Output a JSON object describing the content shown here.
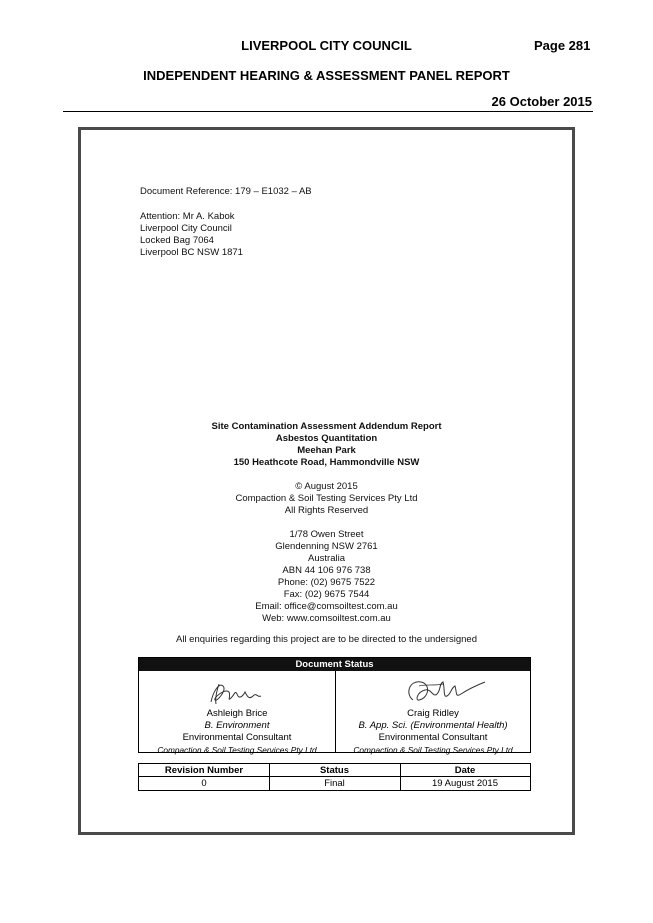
{
  "header": {
    "council": "LIVERPOOL CITY COUNCIL",
    "page": "Page 281",
    "report": "INDEPENDENT HEARING & ASSESSMENT PANEL REPORT",
    "date": "26 October 2015"
  },
  "letter": {
    "reference": "Document Reference: 179 – E1032 – AB",
    "attention": "Attention: Mr A. Kabok",
    "address_1": "Liverpool City Council",
    "address_2": "Locked Bag 7064",
    "address_3": "Liverpool BC NSW 1871"
  },
  "title_block": {
    "title_1": "Site Contamination Assessment Addendum Report",
    "title_2": "Asbestos Quantitation",
    "title_3": "Meehan Park",
    "title_4": "150 Heathcote Road, Hammondville NSW"
  },
  "copyright": {
    "line_1": "© August 2015",
    "line_2": "Compaction & Soil Testing Services Pty Ltd",
    "line_3": "All Rights Reserved"
  },
  "company_address": {
    "street": "1/78 Owen Street",
    "suburb": "Glendenning NSW 2761",
    "country": "Australia",
    "abn": "ABN 44 106 976 738",
    "phone": "Phone: (02) 9675 7522",
    "fax": "Fax: (02) 9675 7544",
    "email": "Email: office@comsoiltest.com.au",
    "web": "Web: www.comsoiltest.com.au"
  },
  "enquiries": "All enquiries regarding this project are to be directed to the undersigned",
  "document_status": {
    "heading": "Document Status",
    "signatories": [
      {
        "name": "Ashleigh Brice",
        "qualification": "B. Environment",
        "role": "Environmental Consultant",
        "company": "Compaction & Soil Testing Services Pty Ltd"
      },
      {
        "name": "Craig Ridley",
        "qualification": "B. App. Sci. (Environmental Health)",
        "role": "Environmental Consultant",
        "company": "Compaction & Soil Testing Services Pty Ltd"
      }
    ]
  },
  "revision_table": {
    "headers": [
      "Revision Number",
      "Status",
      "Date"
    ],
    "rows": [
      [
        "0",
        "Final",
        "19 August 2015"
      ]
    ]
  }
}
